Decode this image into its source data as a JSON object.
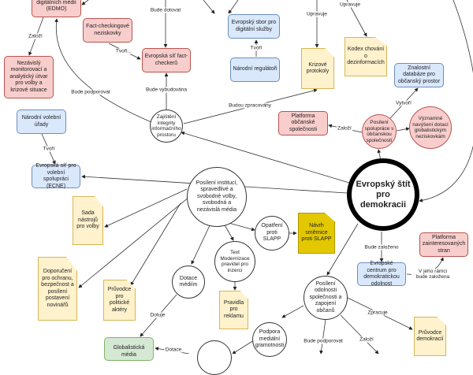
{
  "nodes": {
    "edmo": "digitálních médií (EDMO)",
    "fact_ngos": "Fact-checkingové neziskovky",
    "fact_network": "Evropská síť fact-checkerů",
    "monitoring_unit": "Nezávislý monitorovací a analytický útvar pro volby a krizové situace",
    "national_election": "Národní volební úřady",
    "ecne": "Evropská síť pro volební spolupráci (ECNE)",
    "integrity": "Zajištění integrity informačního prostoru",
    "digital_board": "Evropský sbor pro digitální služby",
    "national_regulators": "Národní regulátoři",
    "crisis_protocols": "Krizové protokoly",
    "code_of_conduct": "Kodex chování o dezinformacích",
    "knowledge_db": "Znalostní databáze pro občanský prostor",
    "civil_platform": "Platforma občanské společnosti",
    "civil_cooperation": "Posílení spolupráce s občanskou společností",
    "ngo_funding": "Významné navýšení dotací globalistickým neziskovkám",
    "main": "Evropský štít pro demokracii",
    "institutions": "Posílení institucí, spravedlivé a svobodné volby, svobodná a nezávislá média",
    "election_toolkit": "Sada nástrojů pro volby",
    "journalist_recs": "Doporučení pro ochranu, bezpečnost a posílení postavení novinářů",
    "political_guide": "Průvodce pro politické aktéry",
    "media_subsidies": "Dotace médiím",
    "ad_rules_mod": "Text Modernizace pravidel pro inzerci",
    "ad_rules": "Pravidla pro reklamu",
    "slapp_measures": "Opatření proti SLAPP",
    "slapp_directive": "Návrh směrnice proti SLAPP",
    "resilience_centre": "Evropské centrum pro demokratickou odolnost",
    "stakeholder_platform": "Platforma zainteresovaných stran",
    "resilience": "Posílení odolnosti společnosti a zapojení občanů",
    "democracy_guide": "Průvodce demokracií",
    "media_literacy": "Podpora mediální gramotnosti",
    "globalist_media": "Globalistická média"
  },
  "edge_labels": {
    "zalozi1": "Založí",
    "bude_dotovat": "Bude dotovat",
    "tvori1": "Tvoří...",
    "bude_vybudovana": "Bude vybudována",
    "bude_podporovat1": "Bude podporovat",
    "tvori2": "Tvoří",
    "tvori3": "Tvoří",
    "upravuje1": "Upravuje",
    "upravuje2": "Upravuje",
    "budou_zpracovany": "Budou zpracovány",
    "vytvori": "Vytvoří",
    "zalozi2": "Založí",
    "bude_zalozeno": "Bude založeno",
    "v_jeho_ramci": "V jeho rámci bude založena",
    "zpracuje": "Zpracuje",
    "bude_podporovat2": "Bude podporovat",
    "zalozi3": "Založí",
    "dotuje": "Dotuje",
    "dotace": "Dotace"
  }
}
